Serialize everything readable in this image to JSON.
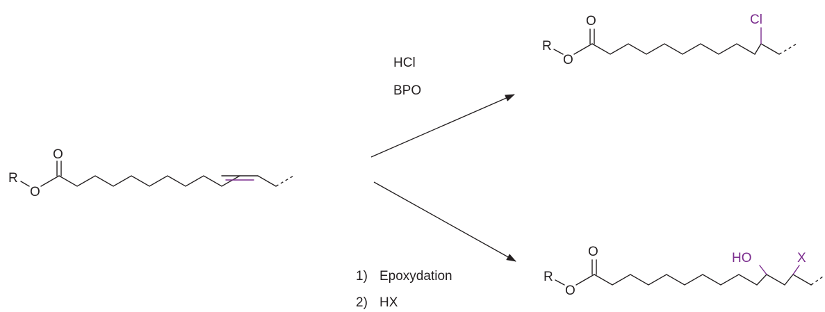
{
  "colors": {
    "ink": "#231f20",
    "accent": "#7b2d8e",
    "background": "#ffffff"
  },
  "starting_material": {
    "r_label": "R",
    "ester_o_label": "O",
    "carbonyl_o_label": "O"
  },
  "top_reaction": {
    "reagent_1": "HCl",
    "reagent_2": "BPO"
  },
  "top_product": {
    "r_label": "R",
    "ester_o_label": "O",
    "carbonyl_o_label": "O",
    "substituent": "Cl"
  },
  "bottom_reaction": {
    "step_1_number": "1)",
    "step_1_text": "Epoxydation",
    "step_2_number": "2)",
    "step_2_text": "HX"
  },
  "bottom_product": {
    "r_label": "R",
    "ester_o_label": "O",
    "carbonyl_o_label": "O",
    "hydroxyl": "HO",
    "substituent": "X"
  }
}
